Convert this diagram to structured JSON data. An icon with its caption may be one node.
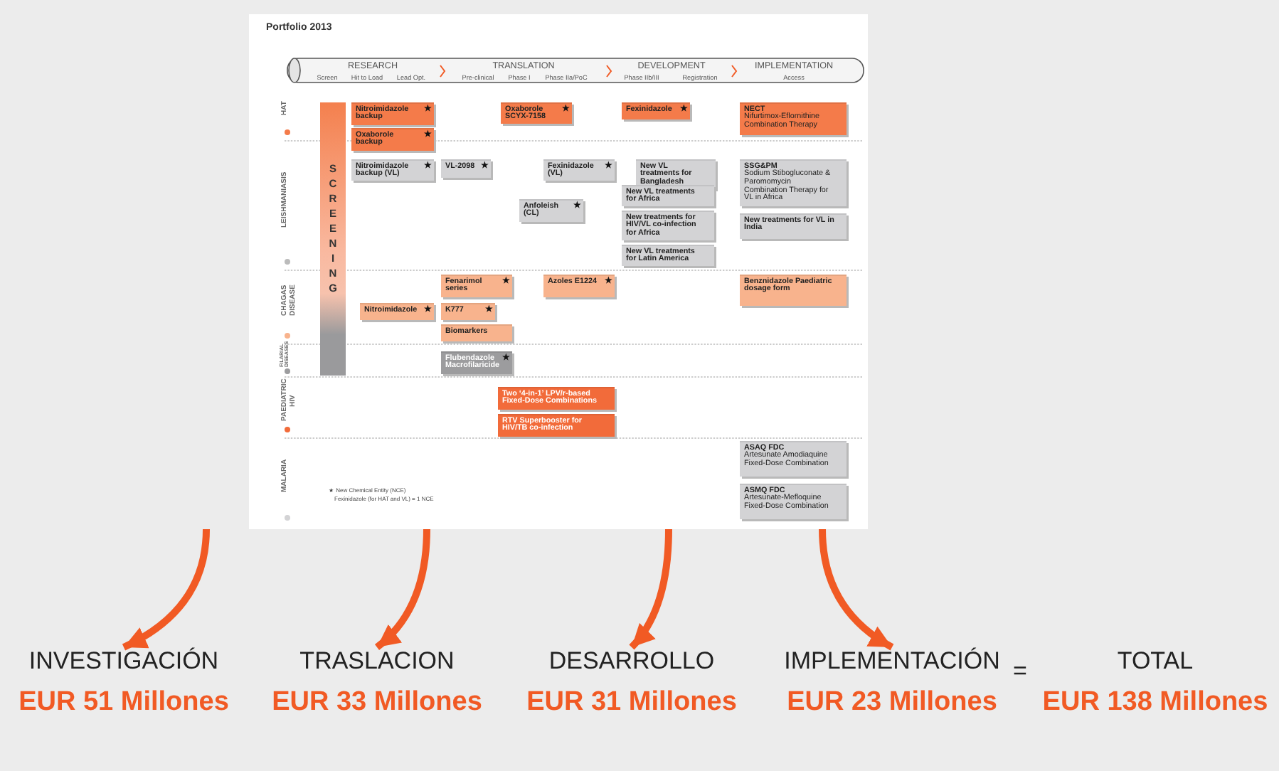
{
  "diagram": {
    "nodes": [
      {
        "text": [
          "Portfolio 2013"
        ]
      },
      {
        "text": [
          "SCREENING"
        ],
        "in": 0
      },
      {
        "text": [
          "Nitroimidazole backup",
          "★"
        ],
        "in": 0
      },
      {
        "text": [
          "Oxaborole backup",
          "★"
        ],
        "in": 0
      },
      {
        "text": [
          "Oxaborole SCYX-7158",
          "★"
        ],
        "in": 0
      },
      {
        "text": [
          "Fexinidazole",
          "★"
        ],
        "in": 0
      },
      {
        "text": [
          "NECT",
          "Nifurtimox-Eflornithine Combination Therapy"
        ],
        "in": 0
      },
      {
        "text": [
          "Nitroimidazole backup (VL)",
          "★"
        ],
        "in": 0
      },
      {
        "text": [
          "VL-2098",
          "★"
        ],
        "in": 0
      },
      {
        "text": [
          "Fexinidazole (VL)",
          "★"
        ],
        "in": 0
      },
      {
        "text": [
          "Anfoleish (CL)",
          "★"
        ],
        "in": 0
      },
      {
        "text": [
          "New VL treatments for Bangladesh"
        ],
        "in": 0
      },
      {
        "text": [
          "New VL treatments for Africa"
        ],
        "in": 0
      },
      {
        "text": [
          "New treatments for HIV/VL co-infection for Africa"
        ],
        "in": 0
      },
      {
        "text": [
          "New VL treatments for Latin America"
        ],
        "in": 0
      },
      {
        "text": [
          "SSG&PM",
          "Sodium Stibogluconate & Paromomycin Combination Therapy for VL in Africa"
        ],
        "in": 0
      },
      {
        "text": [
          "**New treatments** for VL in India"
        ],
        "in": 0
      },
      {
        "text": [
          "Nitroimidazole",
          "★"
        ],
        "in": 0
      },
      {
        "text": [
          "Fenarimol series",
          "★"
        ],
        "in": 0
      },
      {
        "text": [
          "K777",
          "★"
        ],
        "in": 0
      },
      {
        "text": [
          "Biomarkers"
        ],
        "in": 0
      },
      {
        "text": [
          "Azoles E1224",
          "★"
        ],
        "in": 0
      },
      {
        "text": [
          "**Benznidazole Paediatric** dosage form"
        ],
        "in": 0
      },
      {
        "text": [
          "Flubendazole Macrofilaricide",
          "★"
        ],
        "in": 0
      },
      {
        "text": [
          "Two ‘4-in-1’ LPV/r-based Fixed-Dose Combinations"
        ],
        "in": 0
      },
      {
        "text": [
          "RTV Superbooster for HIV/TB co-infection"
        ],
        "in": 0
      },
      {
        "text": [
          "ASAQ FDC",
          "Artesunate Amodiaquine Fixed-Dose Combination"
        ],
        "in": 0
      },
      {
        "text": [
          "ASMQ FDC",
          "Artesunate-Mefloquine Fixed-Dose Combination"
        ],
        "in": 0
      },
      {
        "text": [
          "INVESTIGACIÓN",
          "EUR 51 Millones"
        ]
      },
      {
        "text": [
          "TRASLACION",
          "EUR 33 Millones"
        ]
      },
      {
        "text": [
          "DESARROLLO",
          "EUR 31 Millones"
        ]
      },
      {
        "text": [
          "IMPLEMENTACIÓN",
          "EUR 23 Millones"
        ]
      },
      {
        "text": [
          "TOTAL",
          "EUR 138 Millones"
        ]
      }
    ],
    "edges": [
      {
        "from": 0,
        "to": 28,
        "arrow": "to"
      },
      {
        "from": 0,
        "to": 29,
        "arrow": "to"
      },
      {
        "from": 0,
        "to": 30,
        "arrow": "to"
      },
      {
        "from": 0,
        "to": 31,
        "arrow": "to"
      }
    ],
    "labels": [
      "RESEARCH",
      "Screen",
      "Hit to Load",
      "Lead Opt.",
      "TRANSLATION",
      "Pre-clinical",
      "Phase I",
      "Phase IIa/PoC",
      "DEVELOPMENT",
      "Phase IIb/III",
      "Registration",
      "IMPLEMENTATION",
      "Access",
      "HAT",
      "LEISHMANIASIS",
      "CHAGAS DISEASE",
      "FILARIAL DISEASES",
      "PAEDIATRIC HIV",
      "MALARIA",
      "★ New Chemical Entity (NCE)",
      "Fexinidazole (for HAT and VL) = 1 NCE",
      "="
    ]
  }
}
